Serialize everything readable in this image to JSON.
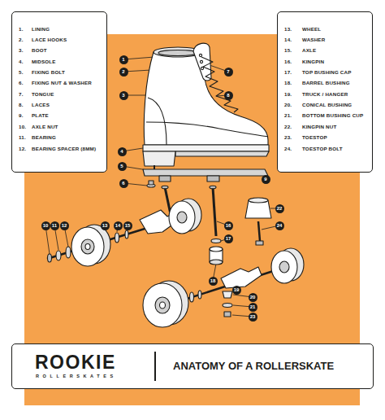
{
  "diagram": {
    "title": "ANATOMY OF A ROLLERSKATE",
    "nodes": [
      {
        "text": [
          "1.",
          "LINING",
          "2.",
          "LACE HOOKS",
          "3.",
          "BOOT",
          "4.",
          "MIDSOLE",
          "5.",
          "FIXING BOLT",
          "6.",
          "FIXING NUT & WASHER",
          "7.",
          "TONGUE",
          "8.",
          "LACES",
          "9.",
          "PLATE",
          "10.",
          "AXLE NUT",
          "11.",
          "BEARING",
          "12.",
          "BEARING SPACER (8MM)"
        ]
      },
      {
        "text": [
          "13.",
          "WHEEL",
          "14.",
          "WASHER",
          "15.",
          "AXLE",
          "16.",
          "KINGPIN",
          "17.",
          "TOP BUSHING CAP",
          "18.",
          "BARREL BUSHING",
          "19.",
          "TRUCK / HANGER",
          "20.",
          "CONICAL BUSHING",
          "21.",
          "BOTTOM BUSHING CUP",
          "22.",
          "KINGPIN NUT",
          "23.",
          "TOESTOP",
          "24.",
          "TOESTOP BOLT"
        ]
      },
      {
        "text": [
          "1"
        ]
      },
      {
        "text": [
          "2"
        ]
      },
      {
        "text": [
          "3"
        ]
      },
      {
        "text": [
          "4"
        ]
      },
      {
        "text": [
          "5"
        ]
      },
      {
        "text": [
          "6"
        ]
      },
      {
        "text": [
          "7"
        ]
      },
      {
        "text": [
          "8"
        ]
      },
      {
        "text": [
          "9"
        ]
      },
      {
        "text": [
          "10"
        ]
      },
      {
        "text": [
          "11"
        ]
      },
      {
        "text": [
          "12"
        ]
      },
      {
        "text": [
          "13"
        ]
      },
      {
        "text": [
          "14"
        ]
      },
      {
        "text": [
          "15"
        ]
      },
      {
        "text": [
          "16"
        ]
      },
      {
        "text": [
          "17"
        ]
      },
      {
        "text": [
          "18"
        ]
      },
      {
        "text": [
          "19"
        ]
      },
      {
        "text": [
          "20"
        ]
      },
      {
        "text": [
          "21"
        ]
      },
      {
        "text": [
          "22"
        ]
      },
      {
        "text": [
          "23"
        ]
      },
      {
        "text": [
          "24"
        ]
      },
      {
        "text": [
          "ROOKIE",
          "ROLLERSKATES"
        ]
      }
    ]
  }
}
